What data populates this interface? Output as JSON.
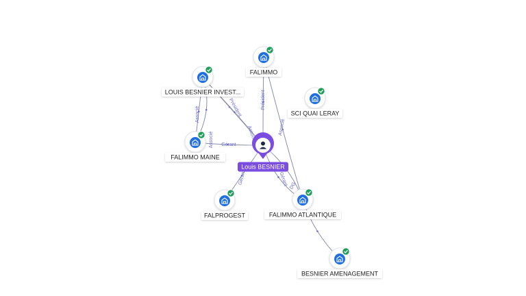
{
  "person": {
    "name": "Louis BESNIER",
    "accent": "#7b4ce0",
    "icon": "person-icon"
  },
  "companies": [
    {
      "id": "falimmo",
      "label": "FALIMMO",
      "icon": "building-icon",
      "status": "check-badge-icon"
    },
    {
      "id": "lbi",
      "label": "LOUIS BESNIER INVEST...",
      "icon": "building-icon",
      "status": "check-badge-icon"
    },
    {
      "id": "sci",
      "label": "SCI QUAI LERAY",
      "icon": "building-icon",
      "status": "check-badge-icon"
    },
    {
      "id": "maine",
      "label": "FALIMMO MAINE",
      "icon": "building-icon",
      "status": "check-badge-icon"
    },
    {
      "id": "falprogest",
      "label": "FALPROGEST",
      "icon": "building-icon",
      "status": "check-badge-icon"
    },
    {
      "id": "atlantique",
      "label": "FALIMMO ATLANTIQUE",
      "icon": "building-icon",
      "status": "check-badge-icon"
    },
    {
      "id": "amenagement",
      "label": "BESNIER AMENAGEMENT",
      "icon": "building-icon",
      "status": "check-badge-icon"
    }
  ],
  "relations": [
    {
      "from": "person",
      "to": "falimmo",
      "label": "Président"
    },
    {
      "from": "person",
      "to": "lbi",
      "label": "Président"
    },
    {
      "from": "person",
      "to": "maine",
      "label": "Gérant"
    },
    {
      "from": "person",
      "to": "falprogest",
      "label": "Gérant"
    },
    {
      "from": "person",
      "to": "atlantique",
      "label": "Gérant"
    },
    {
      "from": "person",
      "to": "lbi",
      "label": "Associé"
    },
    {
      "from": "lbi",
      "to": "maine",
      "label": "Associé"
    },
    {
      "from": "maine",
      "to": "lbi",
      "label": "Associé"
    },
    {
      "from": "falimmo",
      "to": "atlantique",
      "label": "Associé"
    },
    {
      "from": "atlantique",
      "to": "amenagement",
      "label": ""
    },
    {
      "from": "person",
      "to": "atlantique",
      "label": "DG"
    }
  ],
  "colors": {
    "edge": "#8a8ea8",
    "arrow": "#6b6bd6",
    "company_icon": "#1f6fe0",
    "badge": "#1e9e5a",
    "label_bg": "#ffffff"
  }
}
